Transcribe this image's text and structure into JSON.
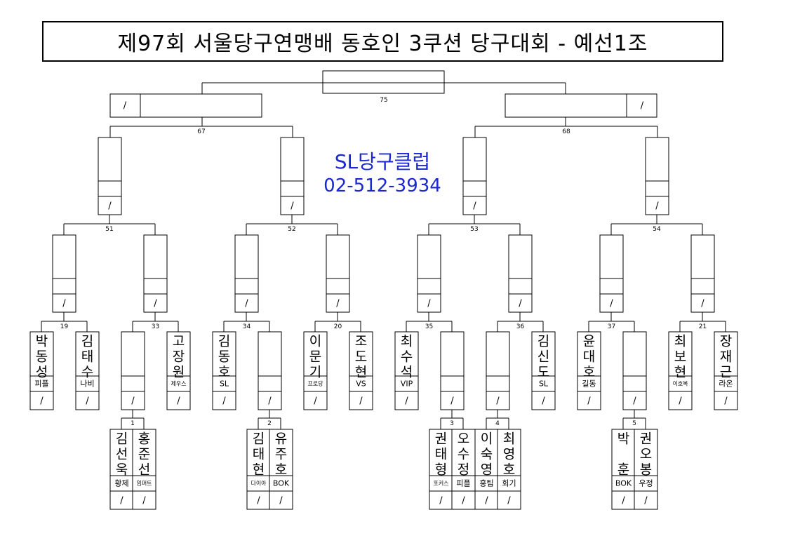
{
  "title": "제97회 서울당구연맹배 동호인 3쿠션 당구대회 - 예선1조",
  "club": {
    "name": "SL당구클럽",
    "phone": "02-512-3934"
  },
  "score_mark": "/",
  "matches": {
    "final": "75",
    "semi_left": "67",
    "semi_right": "68",
    "r16": [
      "51",
      "52",
      "53",
      "54"
    ],
    "r32": [
      "19",
      "33",
      "34",
      "20",
      "35",
      "36",
      "37",
      "21"
    ],
    "prelim": [
      "1",
      "2",
      "3",
      "4",
      "5"
    ]
  },
  "players": {
    "p19a": {
      "name": "박동성",
      "club": "피플"
    },
    "p19b": {
      "name": "김태수",
      "club": "나비"
    },
    "p33b": {
      "name": "고장원",
      "club": "제우스"
    },
    "p34a": {
      "name": "김동호",
      "club": "SL"
    },
    "p20a": {
      "name": "이문기",
      "club": "프로당"
    },
    "p20b": {
      "name": "조도현",
      "club": "VS"
    },
    "p35a": {
      "name": "최수석",
      "club": "VIP"
    },
    "p36b": {
      "name": "김신도",
      "club": "SL"
    },
    "p37a": {
      "name": "윤대호",
      "club": "길동"
    },
    "p21a": {
      "name": "최보현",
      "club": "이호복"
    },
    "p21b": {
      "name": "장재근",
      "club": "라온"
    },
    "q1a": {
      "name": "김선욱",
      "club": "황제"
    },
    "q1b": {
      "name": "홍준선",
      "club": "임퍼트"
    },
    "q2a": {
      "name": "김태현",
      "club": "다이아"
    },
    "q2b": {
      "name": "유주호",
      "club": "BOK"
    },
    "q3a": {
      "name": "권태형",
      "club": "포커스"
    },
    "q3b": {
      "name": "오수정",
      "club": "피플"
    },
    "q4a": {
      "name": "이숙영",
      "club": "홍팀"
    },
    "q4b": {
      "name": "최영호",
      "club": "회기"
    },
    "q5a": {
      "name": "박 훈",
      "club": "BOK"
    },
    "q5b": {
      "name": "권오봉",
      "club": "우정"
    }
  }
}
